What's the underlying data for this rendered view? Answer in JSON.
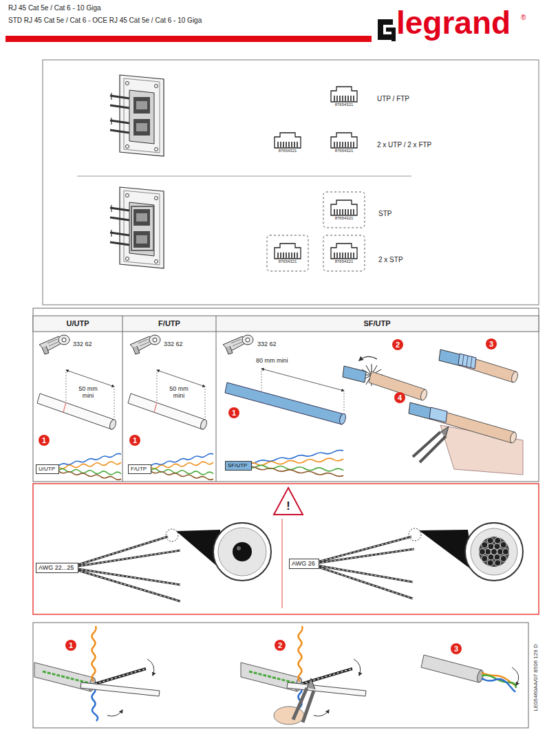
{
  "diagram": {
    "nodes": [
      {
        "text": [
          "1"
        ]
      },
      {
        "text": [
          "U/UTP"
        ]
      },
      {
        "text": [
          "1"
        ]
      },
      {
        "text": [
          "F/UTP"
        ]
      },
      {
        "text": [
          "1"
        ]
      },
      {
        "text": [
          "2"
        ]
      },
      {
        "text": [
          "3"
        ]
      },
      {
        "text": [
          "4"
        ]
      },
      {
        "text": [
          "SF/UTP"
        ]
      },
      {
        "text": [
          "AWG 22...25"
        ]
      },
      {
        "text": [
          "AWG 26"
        ]
      },
      {
        "text": [
          "1"
        ]
      },
      {
        "text": [
          "2"
        ]
      },
      {
        "text": [
          "3"
        ]
      }
    ],
    "labels": [
      "RJ 45 Cat 5e / Cat 6 - 10 Giga",
      "STD RJ 45 Cat 5e / Cat 6 - OCE RJ 45 Cat 5e / Cat 6 - 10 Giga",
      "legrand",
      "®",
      "87654321",
      "UTP / FTP",
      "87654321",
      "87654321",
      "2 x UTP / 2 x FTP",
      "87654321",
      "STP",
      "87654321",
      "87654321",
      "2 x STP",
      "U/UTP",
      "F/UTP",
      "SF/UTP",
      "332 62",
      "332 62",
      "332 62",
      "50 mm mini",
      "50 mm mini",
      "80 mm mini",
      "!",
      "LE05460AA/07 8506 129 D"
    ]
  }
}
